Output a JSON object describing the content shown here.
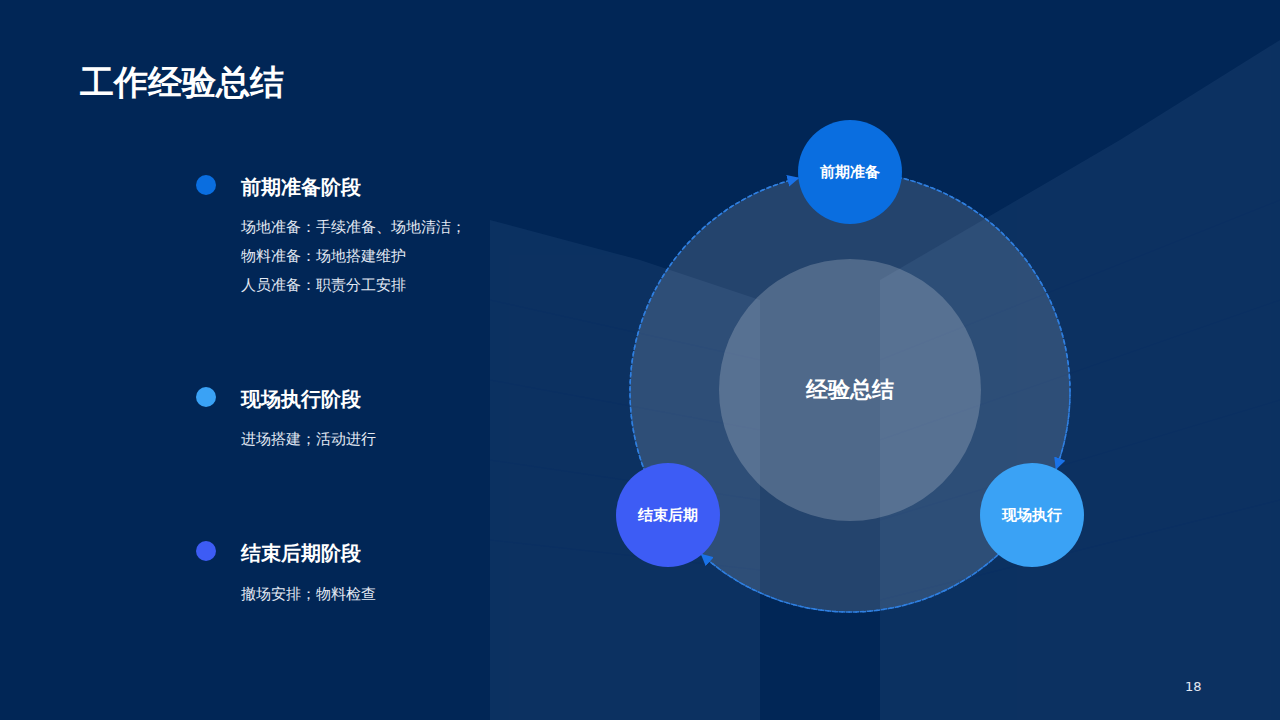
{
  "diagram": {
    "title": "工作经验总结",
    "nodes": [
      {
        "text": [
          "前期准备"
        ]
      },
      {
        "text": [
          "现场执行"
        ]
      },
      {
        "text": [
          "结束后期"
        ]
      },
      {
        "text": [
          "经验总结"
        ]
      }
    ],
    "edges": [
      {
        "from": 0,
        "to": 1,
        "arrow": "to"
      },
      {
        "from": 1,
        "to": 2,
        "arrow": "to"
      },
      {
        "from": 2,
        "to": 0,
        "arrow": "to"
      }
    ],
    "labels": [
      "前期准备阶段",
      "场地准备：手续准备、场地清洁；",
      "物料准备：场地搭建维护",
      "人员准备：职责分工安排",
      "现场执行阶段",
      "进场搭建；活动进行",
      "结束后期阶段",
      "撤场安排；物料检查",
      "18"
    ]
  }
}
